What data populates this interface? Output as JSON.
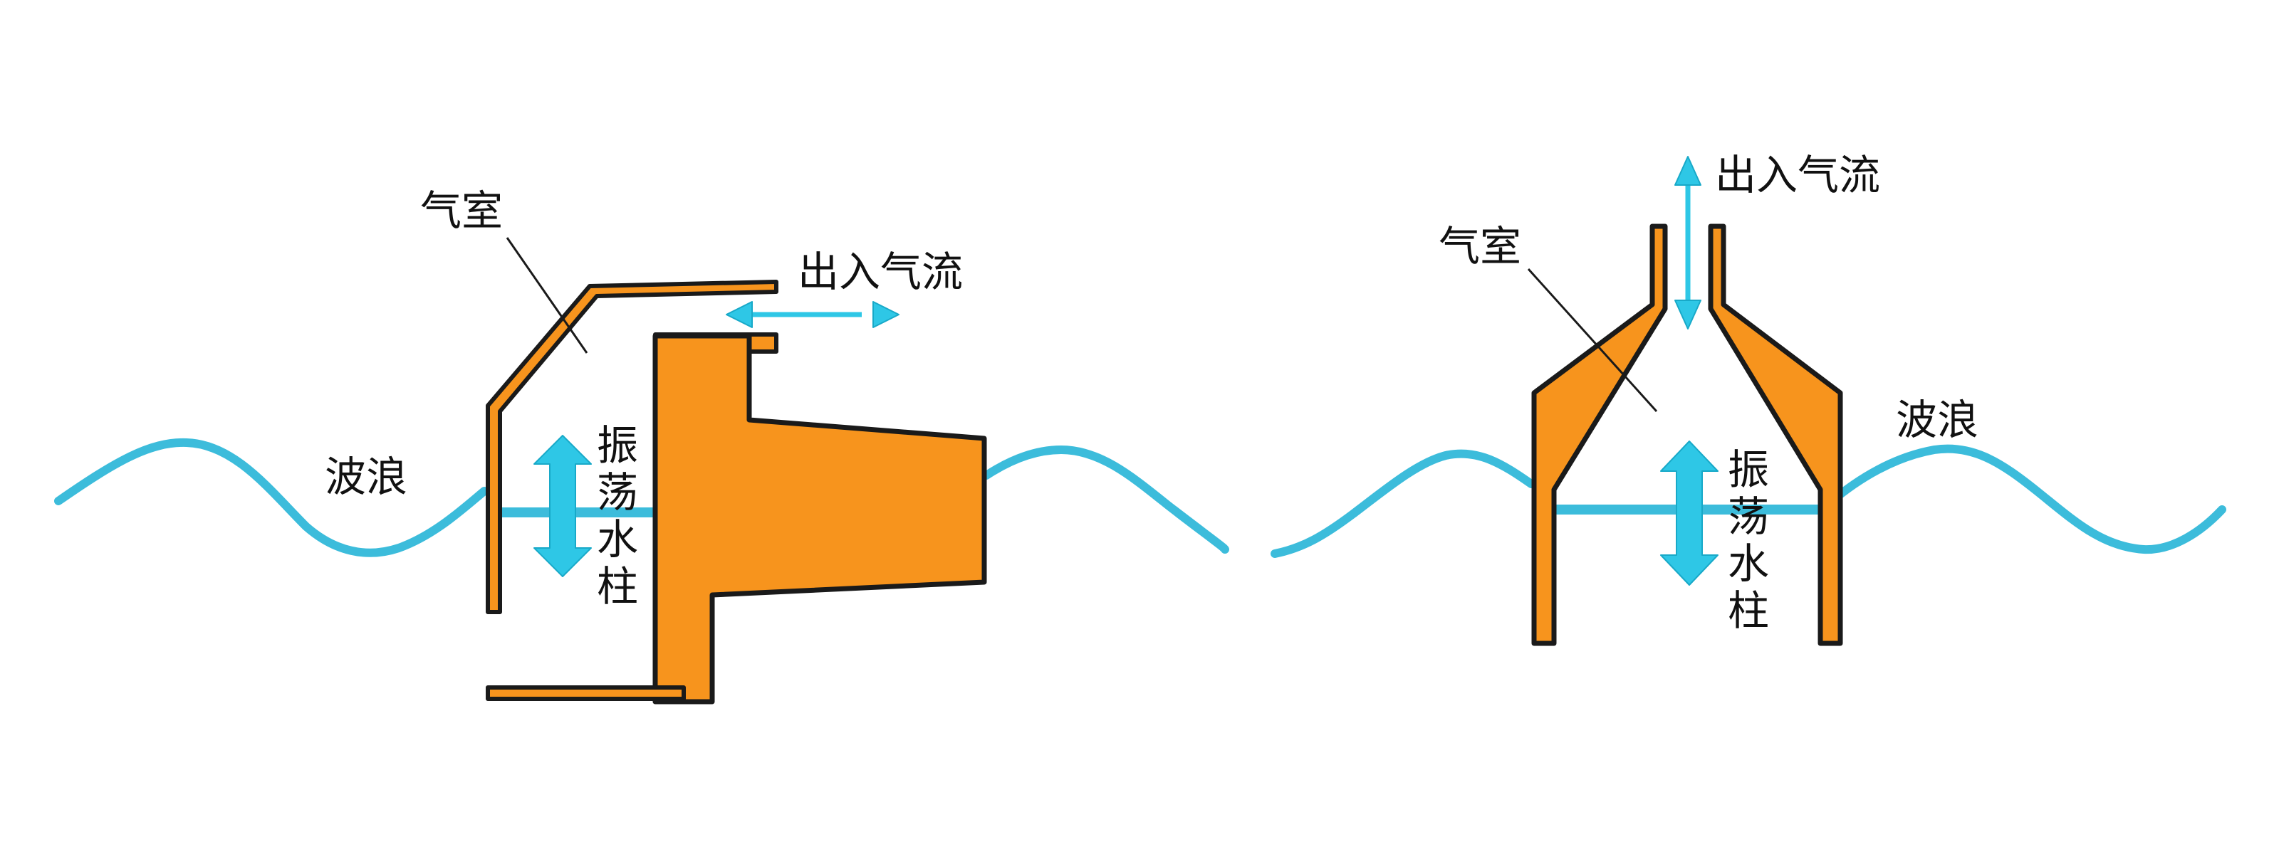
{
  "left_device": {
    "air_chamber_label": "气室",
    "airflow_label": "出入气流",
    "wave_label": "波浪",
    "water_column_label": "振荡水柱",
    "water_column_chars": [
      "振",
      "荡",
      "水",
      "柱"
    ]
  },
  "right_device": {
    "air_chamber_label": "气室",
    "airflow_label": "出入气流",
    "wave_label": "波浪",
    "water_column_label": "振荡水柱",
    "water_column_chars": [
      "振",
      "荡",
      "水",
      "柱"
    ]
  },
  "colors": {
    "structure": "#f7941d",
    "water": "#3cbcdb",
    "arrow": "#2ec7e6",
    "outline": "#1a1a1a"
  }
}
